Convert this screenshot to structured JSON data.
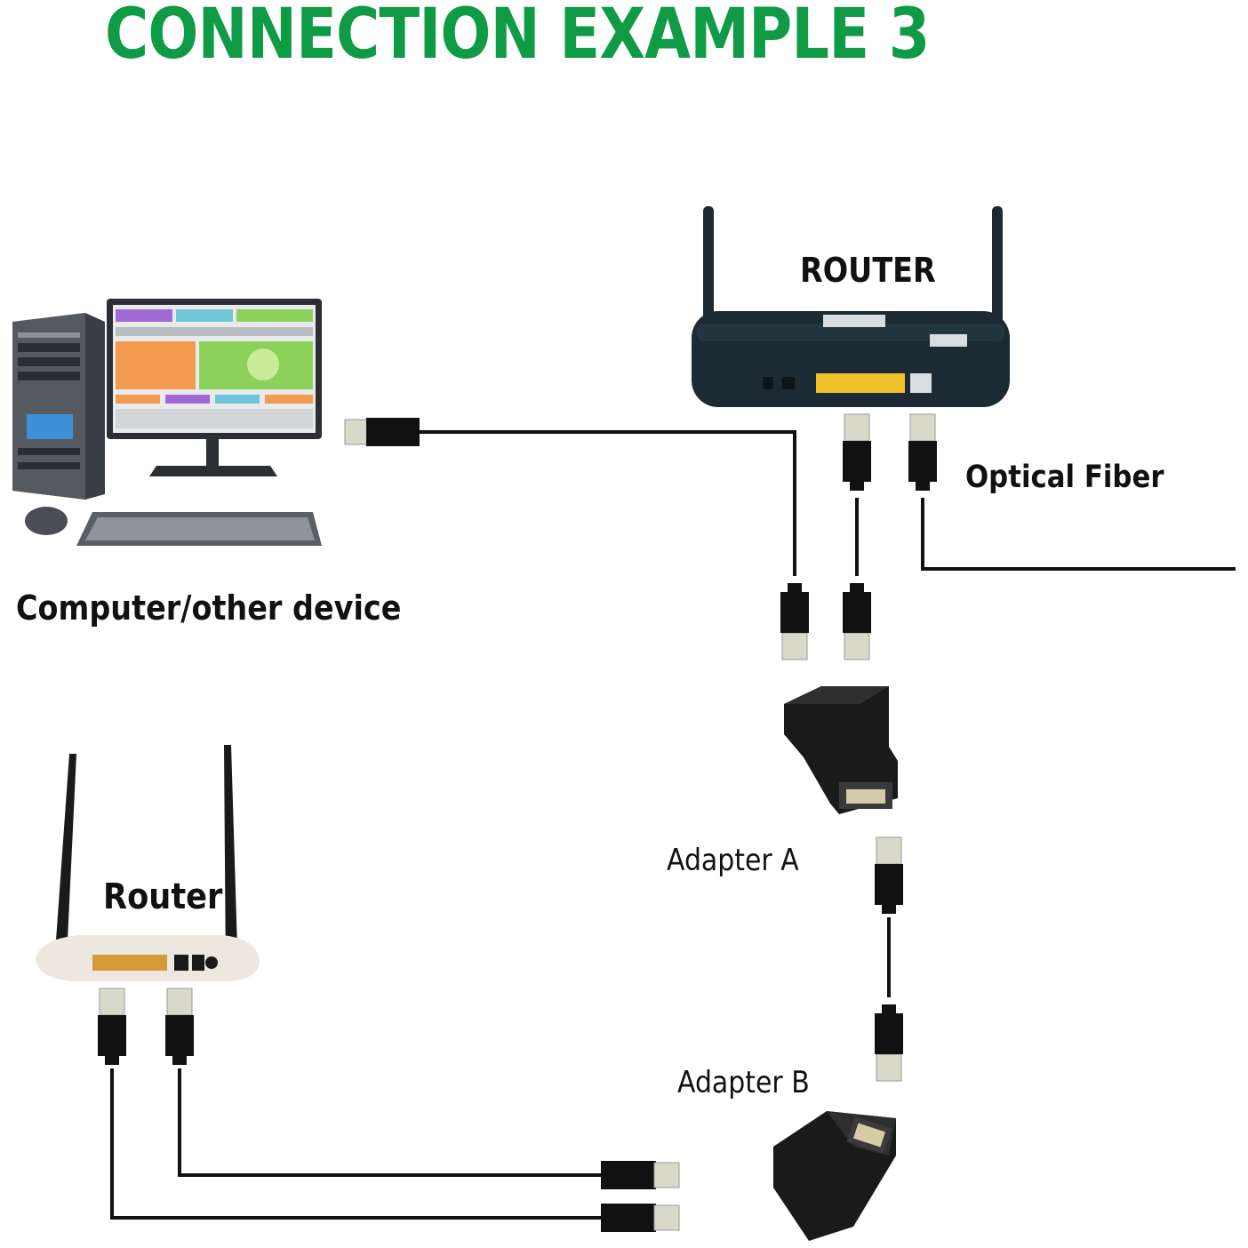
{
  "title": "CONNECTION EXAMPLE 3",
  "colors": {
    "title": "#0f9a45",
    "cable": "#111111",
    "router_body": "#1c2a33",
    "lan_ports": "#f0c02a",
    "plug_metal": "#d9d9c9",
    "adapter": "#1a1a1a"
  },
  "labels": {
    "router_top": "ROUTER",
    "optical_fiber": "Optical Fiber",
    "computer": "Computer/other device",
    "adapter_a": "Adapter A",
    "adapter_b": "Adapter B",
    "router_bottom": "Router"
  },
  "icons": {
    "computer": "desktop-computer-icon",
    "router_top": "fiber-router-icon",
    "router_bottom": "wifi-router-icon",
    "adapter": "rj45-splitter-adapter-icon",
    "plug": "rj45-plug-icon"
  }
}
